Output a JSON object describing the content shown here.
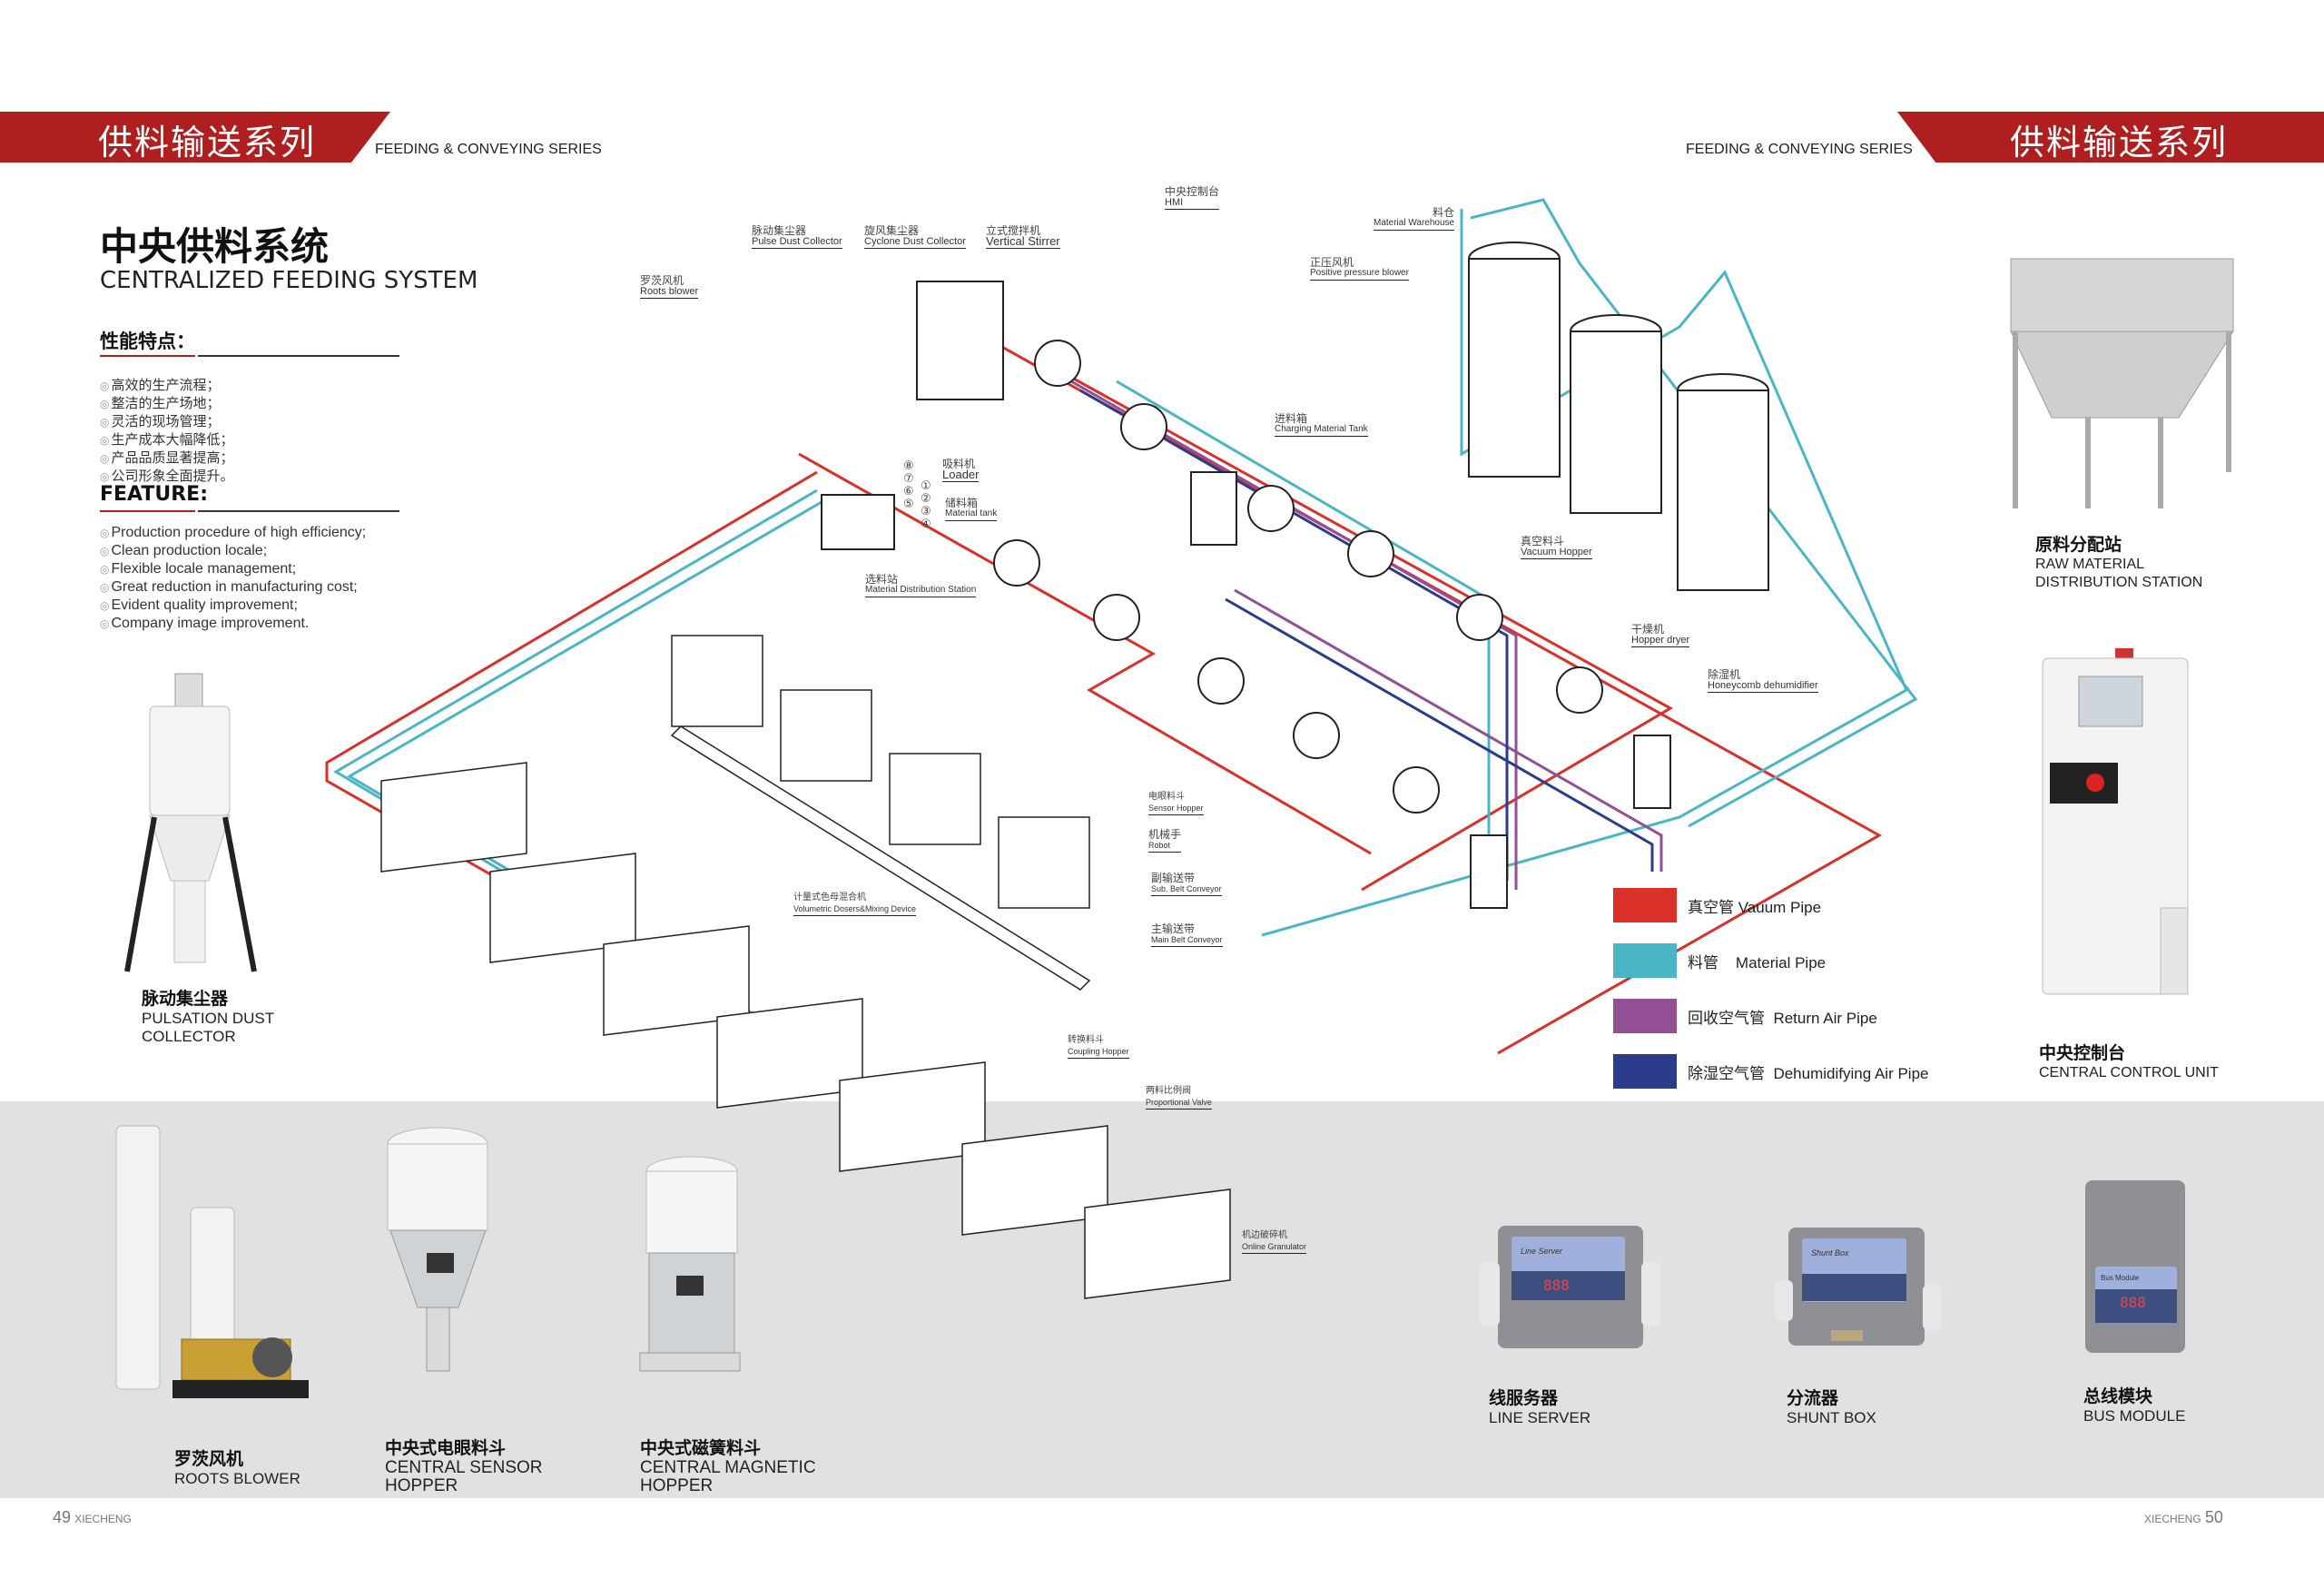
{
  "header": {
    "left": {
      "title_cn": "供料输送系列",
      "title_en": "FEEDING & CONVEYING SERIES"
    },
    "right": {
      "title_cn": "供料输送系列",
      "title_en": "FEEDING & CONVEYING SERIES"
    }
  },
  "page_title": {
    "cn": "中央供料系统",
    "en": "CENTRALIZED FEEDING SYSTEM"
  },
  "features_cn": {
    "heading": "性能特点：",
    "items": [
      "高效的生产流程；",
      "整洁的生产场地；",
      "灵活的现场管理；",
      "生产成本大幅降低；",
      "产品品质显著提高；",
      "公司形象全面提升。"
    ]
  },
  "features_en": {
    "heading": "FEATURE:",
    "items": [
      "Production procedure of high efficiency;",
      "Clean production locale;",
      "Flexible locale management;",
      "Great reduction in manufacturing cost;",
      "Evident quality improvement;",
      "Company image improvement."
    ]
  },
  "diagram": {
    "labels": {
      "roots_blower": {
        "cn": "罗茨风机",
        "en": "Roots blower"
      },
      "pulse_dust_collector": {
        "cn": "脉动集尘器",
        "en": "Pulse Dust Collector"
      },
      "cyclone_dust_collector": {
        "cn": "旋风集尘器",
        "en": "Cyclone Dust Collector"
      },
      "vertical_stirrer": {
        "cn": "立式搅拌机",
        "en": "Vertical Stirrer"
      },
      "hmi": {
        "cn": "中央控制台",
        "en": "HMI"
      },
      "positive_pressure_blower": {
        "cn": "正压风机",
        "en": "Positive pressure blower"
      },
      "material_warehouse": {
        "cn": "料仓",
        "en": "Material Warehouse"
      },
      "charging_material_tank": {
        "cn": "进料箱",
        "en": "Charging Material Tank"
      },
      "loader": {
        "cn": "吸料机",
        "en": "Loader"
      },
      "material_tank": {
        "cn": "储料箱",
        "en": "Material tank"
      },
      "material_distribution_station": {
        "cn": "选料站",
        "en": "Material Distribution Station"
      },
      "vacuum_hopper": {
        "cn": "真空料斗",
        "en": "Vacuum Hopper"
      },
      "hopper_dryer": {
        "cn": "干燥机",
        "en": "Hopper dryer"
      },
      "honeycomb_dehumidifier": {
        "cn": "除湿机",
        "en": "Honeycomb dehumidifier"
      },
      "sensor_hopper": {
        "cn": "电眼料斗",
        "en": "Sensor Hopper"
      },
      "robot": {
        "cn": "机械手",
        "en": "Robot"
      },
      "sub_belt_conveyor": {
        "cn": "副输送带",
        "en": "Sub. Belt Conveyor"
      },
      "main_belt_conveyor": {
        "cn": "主输送带",
        "en": "Main Belt Conveyor"
      },
      "volumetric_dosers": {
        "cn": "计量式色母混合机",
        "en": "Volumetric Dosers&Mixing Device"
      },
      "coupling_hopper": {
        "cn": "转换料斗",
        "en": "Coupling Hopper"
      },
      "proportional_valve": {
        "cn": "两料比例阀",
        "en": "Proportional Valve"
      },
      "online_granulator": {
        "cn": "机边破碎机",
        "en": "Online Granulator"
      }
    },
    "station_numbers": [
      "①",
      "②",
      "③",
      "④",
      "⑤",
      "⑥",
      "⑦",
      "⑧"
    ],
    "legend": [
      {
        "cn": "真空管",
        "en": "Vauum Pipe",
        "color": "#d9302a"
      },
      {
        "cn": "料管",
        "en": "Material Pipe",
        "color": "#4ab5c4"
      },
      {
        "cn": "回收空气管",
        "en": "Return Air Pipe",
        "color": "#934f94"
      },
      {
        "cn": "除湿空气管",
        "en": "Dehumidifying Air Pipe",
        "color": "#2b3d8a"
      }
    ]
  },
  "products": {
    "pulsation_dust_collector": {
      "cn": "脉动集尘器",
      "en1": "PULSATION DUST",
      "en2": "COLLECTOR"
    },
    "roots_blower": {
      "cn": "罗茨风机",
      "en1": "ROOTS BLOWER"
    },
    "central_sensor_hopper": {
      "cn": "中央式电眼料斗",
      "en1": "CENTRAL SENSOR",
      "en2": "HOPPER"
    },
    "central_magnetic_hopper": {
      "cn": "中央式磁簧料斗",
      "en1": "CENTRAL MAGNETIC",
      "en2": "HOPPER"
    },
    "raw_material_station": {
      "cn": "原料分配站",
      "en1": "RAW MATERIAL",
      "en2": "DISTRIBUTION STATION"
    },
    "central_control_unit": {
      "cn": "中央控制台",
      "en1": "CENTRAL CONTROL UNIT"
    },
    "line_server": {
      "cn": "线服务器",
      "en1": "LINE SERVER",
      "screen": "Line Server",
      "display": "888"
    },
    "shunt_box": {
      "cn": "分流器",
      "en1": "SHUNT BOX",
      "screen": "Shunt Box"
    },
    "bus_module": {
      "cn": "总线模块",
      "en1": "BUS MODULE",
      "screen": "Bus Module",
      "display": "888"
    }
  },
  "colors": {
    "brand_red": "#b01f1f",
    "band_gray": "#e1e1e1"
  },
  "footer": {
    "left": {
      "page": "49",
      "brand": "XIECHENG"
    },
    "right": {
      "page": "50",
      "brand": "XIECHENG"
    }
  }
}
